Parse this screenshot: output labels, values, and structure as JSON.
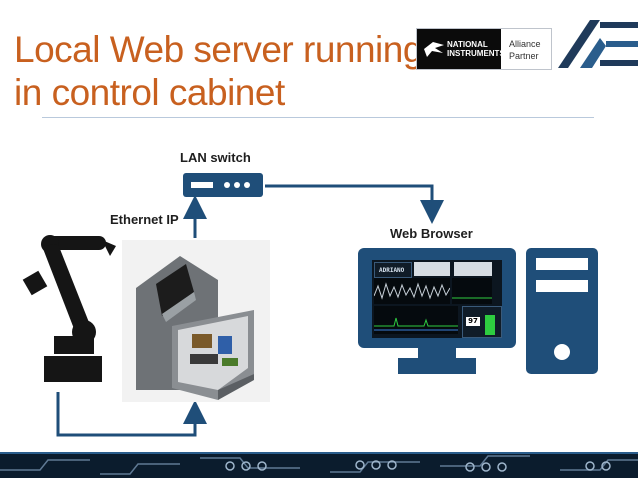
{
  "slide": {
    "title_line1": "Local Web server running",
    "title_line2": "in control cabinet"
  },
  "logos": {
    "ni_name_line1": "NATIONAL",
    "ni_name_line2": "INSTRUMENTS",
    "ni_alliance_line1": "Alliance",
    "ni_alliance_line2": "Partner"
  },
  "diagram": {
    "lan_switch_label": "LAN switch",
    "ethernet_ip_label": "Ethernet IP",
    "web_browser_label": "Web Browser",
    "screen_brand": "ADRIANO",
    "screen_value": "97"
  },
  "colors": {
    "title": "#c8601f",
    "primary_blue": "#1f4e79",
    "arrow": "#1f4e79",
    "footer": "#0b1c2d"
  }
}
